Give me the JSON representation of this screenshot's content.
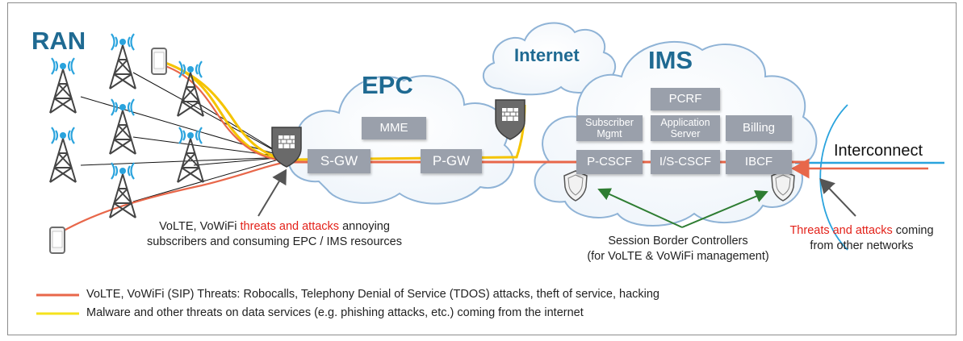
{
  "regions": {
    "ran": "RAN",
    "epc": "EPC",
    "internet": "Internet",
    "ims": "IMS",
    "interconnect": "Interconnect"
  },
  "epc_nodes": {
    "mme": "MME",
    "sgw": "S-GW",
    "pgw": "P-GW"
  },
  "ims_nodes": {
    "pcrf": "PCRF",
    "subscriber_mgmt": [
      "Subscriber",
      "Mgmt"
    ],
    "application_server": [
      "Application",
      "Server"
    ],
    "billing": "Billing",
    "pcscf": "P-CSCF",
    "iscscf": "I/S-CSCF",
    "ibcf": "IBCF"
  },
  "captions": {
    "left": {
      "line1_pre": "VoLTE, VoWiFi ",
      "line1_red": "threats and attacks",
      "line1_post": " annoying",
      "line2": "subscribers and consuming EPC / IMS resources"
    },
    "sbc": {
      "line1": "Session Border Controllers",
      "line2": "(for VoLTE & VoWiFi management)"
    },
    "right": {
      "line1_red": "Threats and attacks",
      "line1_post": " coming",
      "line2": "from other networks"
    }
  },
  "legend": [
    {
      "color": "#e8674a",
      "text": "VoLTE, VoWiFi (SIP) Threats: Robocalls, Telephony Denial of Service (TDOS) attacks, theft of service, hacking"
    },
    {
      "color": "#f5e21c",
      "text": "Malware and other threats on data services (e.g. phishing attacks, etc.) coming from the internet"
    }
  ],
  "colors": {
    "threat_line": "#e8674a",
    "malware_line": "#f5c400",
    "cloud_edge": "#8fb3d6",
    "node_box": "#9aa0ab",
    "arrow_green": "#2e7d32",
    "interconnect_line": "#29a3dd",
    "highlight_red": "#e32119"
  },
  "icons": [
    "cell-tower-icon",
    "mobile-phone-icon",
    "firewall-shield-icon",
    "sbc-shield-icon"
  ]
}
